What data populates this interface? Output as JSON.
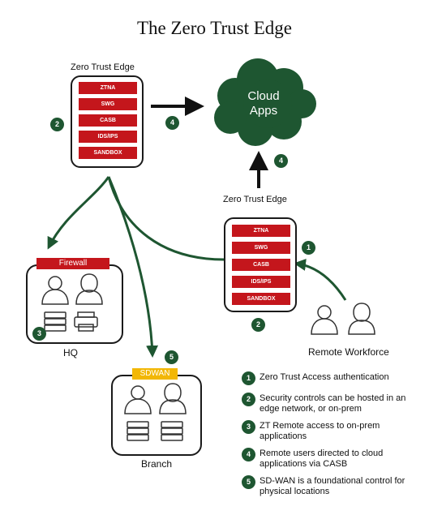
{
  "title": "The Zero Trust Edge",
  "cloud": {
    "label_line1": "Cloud",
    "label_line2": "Apps",
    "color": "#1e5631"
  },
  "edge_top": {
    "label": "Zero Trust Edge",
    "items": [
      "ZTNA",
      "SWG",
      "CASB",
      "IDS/IPS",
      "SANDBOX"
    ]
  },
  "edge_right": {
    "label": "Zero Trust Edge",
    "items": [
      "ZTNA",
      "SWG",
      "CASB",
      "IDS/IPS",
      "SANDBOX"
    ]
  },
  "hq": {
    "label": "HQ",
    "tag": "Firewall",
    "tag_color": "#c4161c"
  },
  "branch": {
    "label": "Branch",
    "tag": "SDWAN",
    "tag_color": "#f2b705"
  },
  "remote": {
    "label": "Remote Workforce"
  },
  "badges": {
    "b2_top": "2",
    "b4_top": "4",
    "b4_vertical": "4",
    "b1_right": "1",
    "b2_right": "2",
    "b3_hq": "3",
    "b5_branch": "5"
  },
  "legend": [
    {
      "num": "1",
      "text": "Zero Trust Access authentication"
    },
    {
      "num": "2",
      "text": "Security controls can be hosted in an edge network, or on-prem"
    },
    {
      "num": "3",
      "text": "ZT Remote access to on-prem applications"
    },
    {
      "num": "4",
      "text": "Remote users directed to cloud applications via CASB"
    },
    {
      "num": "5",
      "text": "SD-WAN is a foundational control for physical locations"
    }
  ],
  "colors": {
    "accent_green": "#1e5631",
    "stack_red": "#c4161c",
    "sdwan_yellow": "#f2b705"
  },
  "icons": [
    "person-icon",
    "server-icon",
    "printer-icon",
    "cloud-icon"
  ]
}
